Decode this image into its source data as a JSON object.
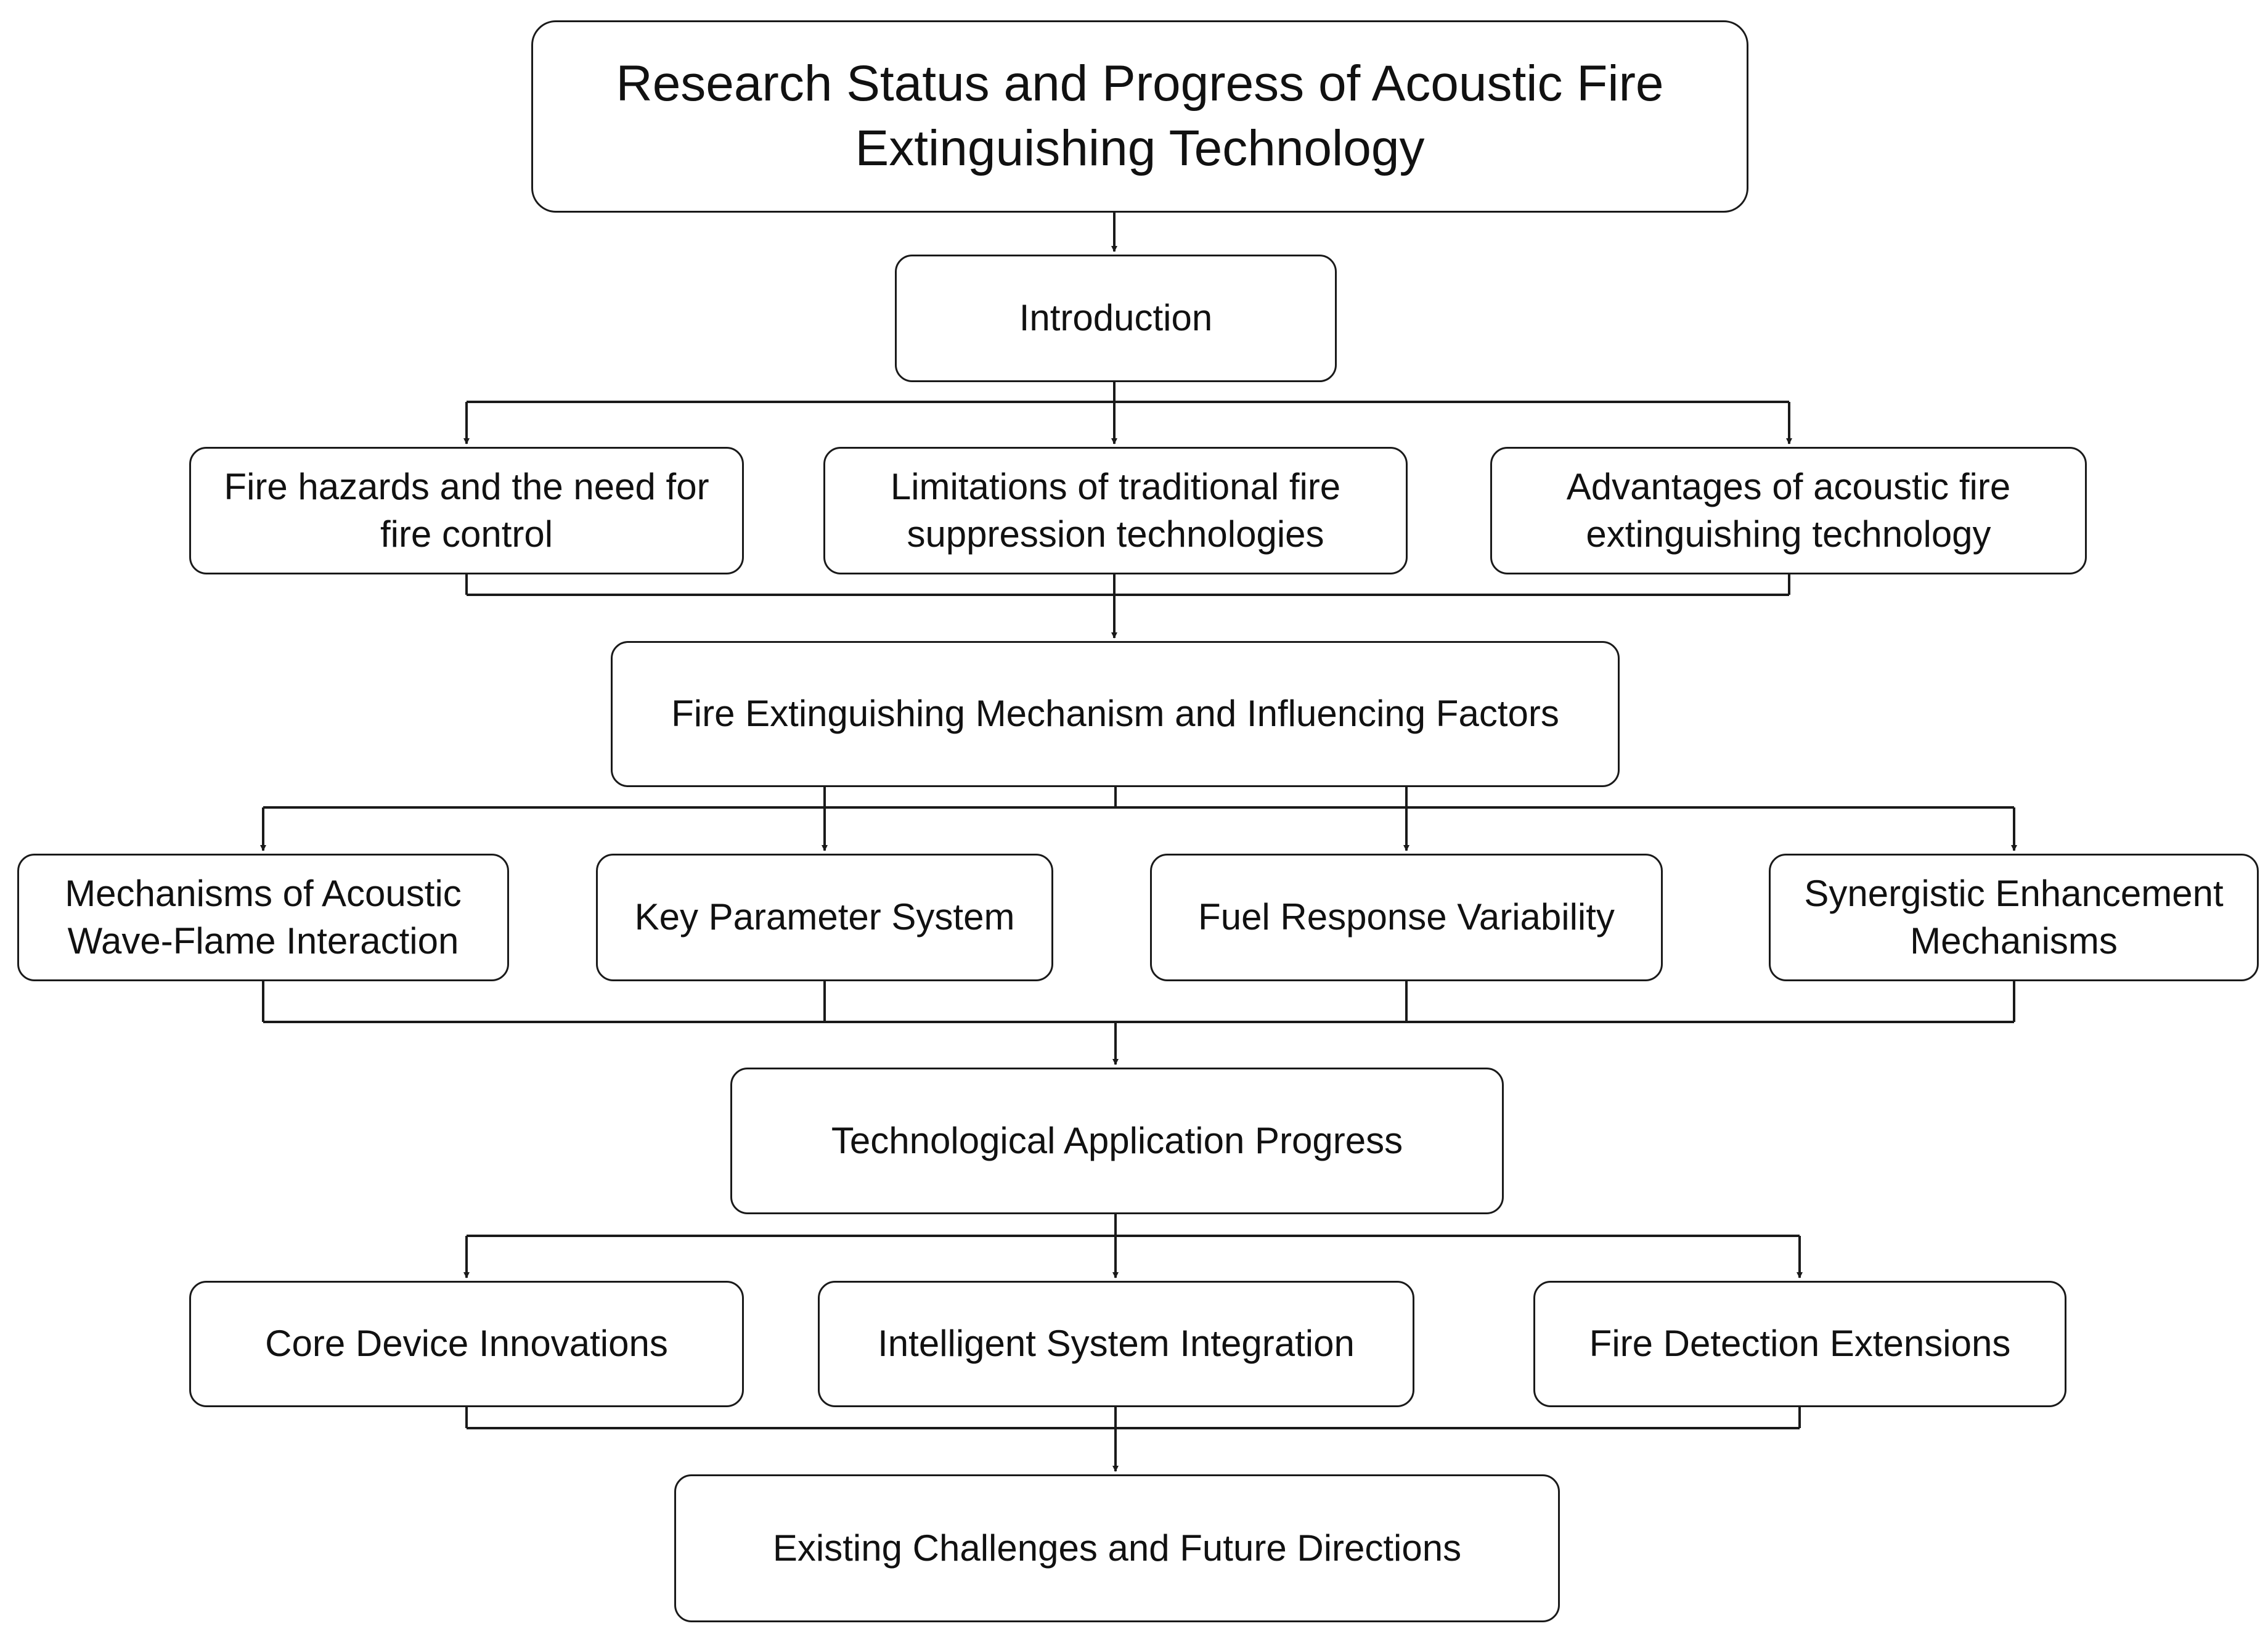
{
  "diagram": {
    "title": "Research Status and Progress of Acoustic Fire Extinguishing Technology",
    "sections": {
      "introduction": {
        "label": "Introduction",
        "children": [
          "Fire hazards and the need for fire control",
          "Limitations of traditional fire suppression technologies",
          "Advantages of acoustic fire extinguishing technology"
        ]
      },
      "mechanism": {
        "label": "Fire Extinguishing Mechanism and Influencing Factors",
        "children": [
          "Mechanisms of Acoustic Wave-Flame Interaction",
          "Key Parameter System",
          "Fuel Response Variability",
          "Synergistic Enhancement Mechanisms"
        ]
      },
      "application": {
        "label": "Technological Application Progress",
        "children": [
          "Core Device Innovations",
          "Intelligent System Integration",
          "Fire Detection Extensions"
        ]
      },
      "challenges": {
        "label": "Existing Challenges and Future Directions"
      }
    },
    "style": {
      "stroke": "#1a1a1a",
      "background": "#ffffff"
    }
  }
}
